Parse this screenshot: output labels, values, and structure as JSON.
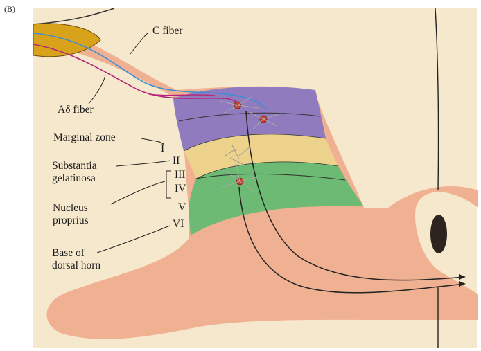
{
  "panel_label": "(B)",
  "colors": {
    "background": "#f6e8cd",
    "gray_matter": "#efb191",
    "ganglion": "#d8a21a",
    "lamina_I": "#8f7bbd",
    "lamina_II": "#ecd28a",
    "lamina_III_V": "#6cba73",
    "lamina_VI": "#66b96c",
    "c_fiber": "#3a8fd8",
    "a_delta_fiber": "#b5247a",
    "axon": "#222222",
    "canal": "#2d241f"
  },
  "labels": {
    "c_fiber": "C fiber",
    "a_delta_fiber": "Aδ fiber",
    "marginal_zone": "Marginal zone",
    "substantia_line1": "Substantia",
    "substantia_line2": "gelatinosa",
    "nucleus_line1": "Nucleus",
    "nucleus_line2": "proprius",
    "base_line1": "Base of",
    "base_line2": "dorsal horn"
  },
  "laminae": {
    "I": "I",
    "II": "II",
    "III": "III",
    "IV": "IV",
    "V": "V",
    "VI": "VI"
  }
}
